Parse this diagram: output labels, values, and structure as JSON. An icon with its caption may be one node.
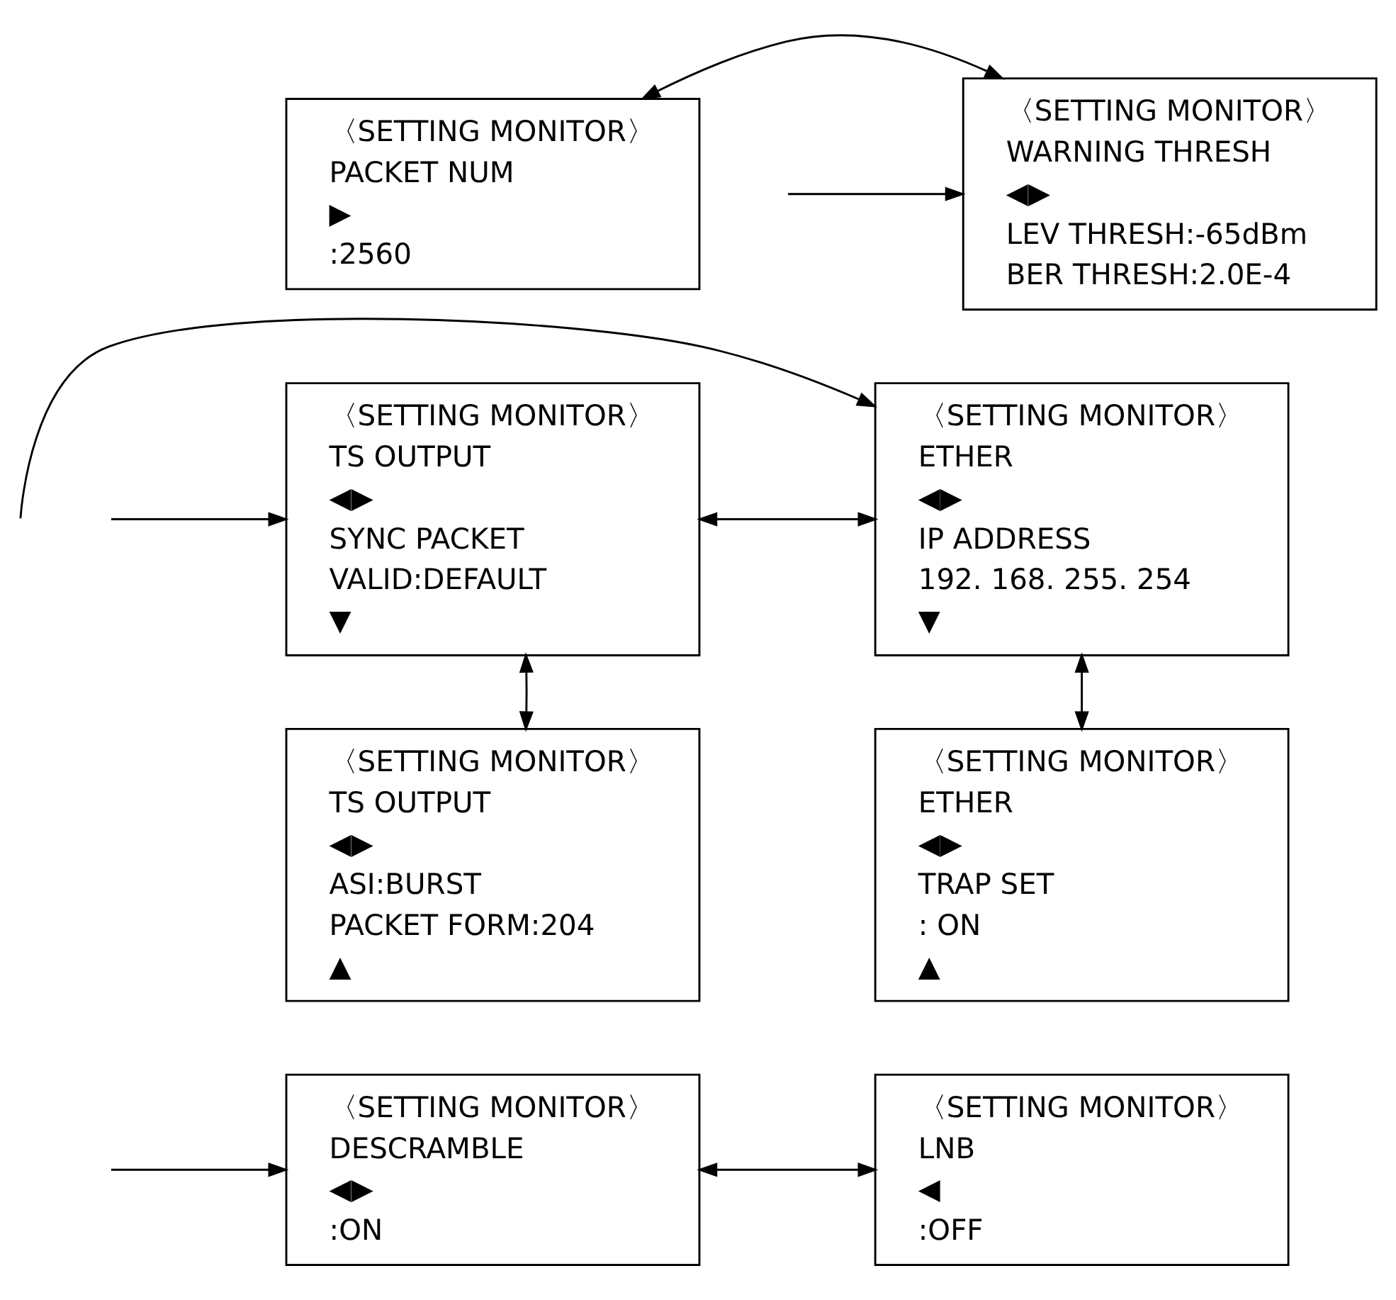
{
  "diagram": {
    "nodes": [
      {
        "text": [
          "〈SETTING MONITOR〉",
          "PACKET NUM",
          "▶",
          ":2560"
        ]
      },
      {
        "text": [
          "〈SETTING MONITOR〉",
          "WARNING THRESH",
          "◀▶",
          "LEV THRESH:-65dBm",
          "BER THRESH:2.0E-4"
        ]
      },
      {
        "text": [
          "〈SETTING MONITOR〉",
          "TS OUTPUT",
          "◀▶",
          "SYNC PACKET",
          "VALID:DEFAULT",
          "▼"
        ]
      },
      {
        "text": [
          "〈SETTING MONITOR〉",
          "ETHER",
          "◀▶",
          "IP ADDRESS",
          "192. 168. 255. 254",
          "▼"
        ]
      },
      {
        "text": [
          "〈SETTING MONITOR〉",
          "TS OUTPUT",
          "◀▶",
          "ASI:BURST",
          "PACKET FORM:204",
          "▲"
        ]
      },
      {
        "text": [
          "〈SETTING MONITOR〉",
          "ETHER",
          "◀▶",
          "TRAP SET",
          ": ON",
          "▲"
        ]
      },
      {
        "text": [
          "〈SETTING MONITOR〉",
          "DESCRAMBLE",
          "◀▶",
          ":ON"
        ]
      },
      {
        "text": [
          "〈SETTING MONITOR〉",
          "LNB",
          "◀",
          ":OFF"
        ]
      }
    ],
    "edges": [
      {
        "from": 0,
        "to": 1,
        "arrow": "both"
      },
      {
        "from": null,
        "to": 1,
        "arrow": "to"
      },
      {
        "from": null,
        "to": 2,
        "arrow": "to"
      },
      {
        "from": 2,
        "to": 3,
        "arrow": "both"
      },
      {
        "from": null,
        "to": 3,
        "arrow": "to"
      },
      {
        "from": 2,
        "to": 4,
        "arrow": "both"
      },
      {
        "from": 3,
        "to": 5,
        "arrow": "both"
      },
      {
        "from": null,
        "to": 6,
        "arrow": "to"
      },
      {
        "from": 6,
        "to": 7,
        "arrow": "both"
      }
    ]
  }
}
